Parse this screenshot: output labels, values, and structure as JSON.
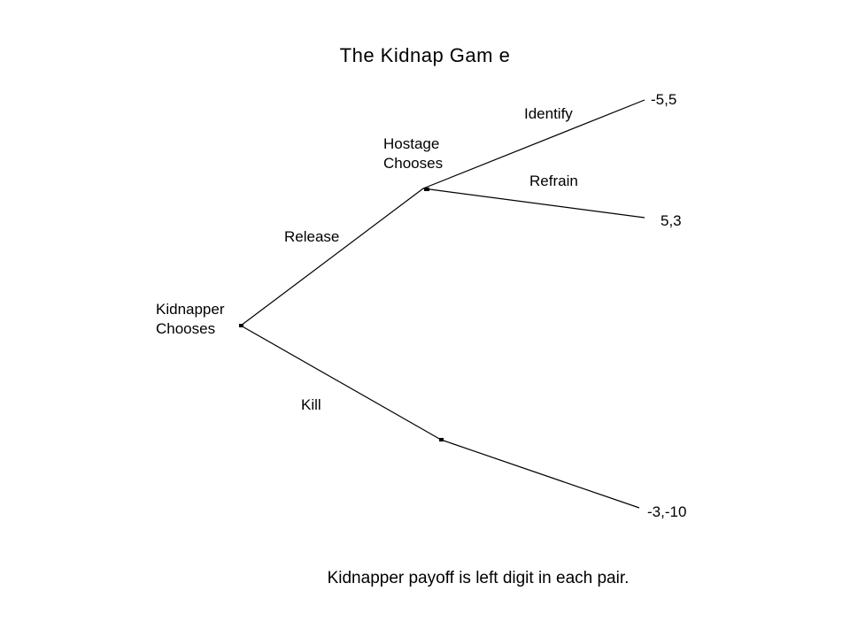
{
  "title": "The Kidnap Gam e",
  "nodes": {
    "kidnapper": [
      "Kidnapper",
      "Chooses"
    ],
    "hostage": [
      "Hostage",
      "Chooses"
    ]
  },
  "branches": {
    "release": "Release",
    "kill": "Kill",
    "identify": "Identify",
    "refrain": "Refrain"
  },
  "payoffs": {
    "identify": "-5,5",
    "refrain": "5,3",
    "kill": "-3,-10"
  },
  "footnote": "Kidnapper payoff is left digit in each pair.",
  "colors": {
    "background": "#ffffff",
    "ink": "#000000"
  }
}
